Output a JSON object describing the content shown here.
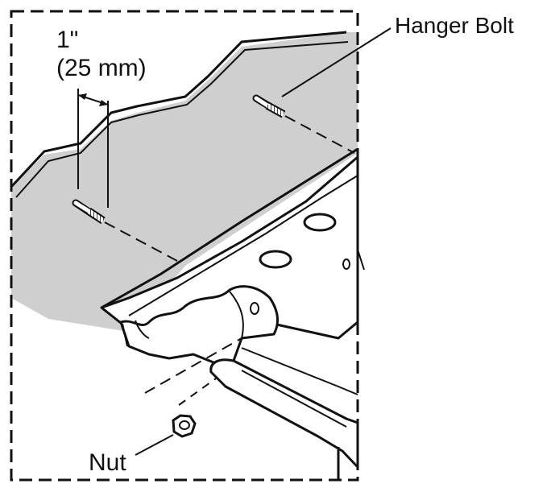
{
  "labels": {
    "dimension_inch": "1\"",
    "dimension_mm": "(25 mm)",
    "hanger_bolt": "Hanger Bolt",
    "nut": "Nut"
  },
  "colors": {
    "wall_fill": "#cfcfcf",
    "line": "#111111",
    "background": "#ffffff"
  }
}
